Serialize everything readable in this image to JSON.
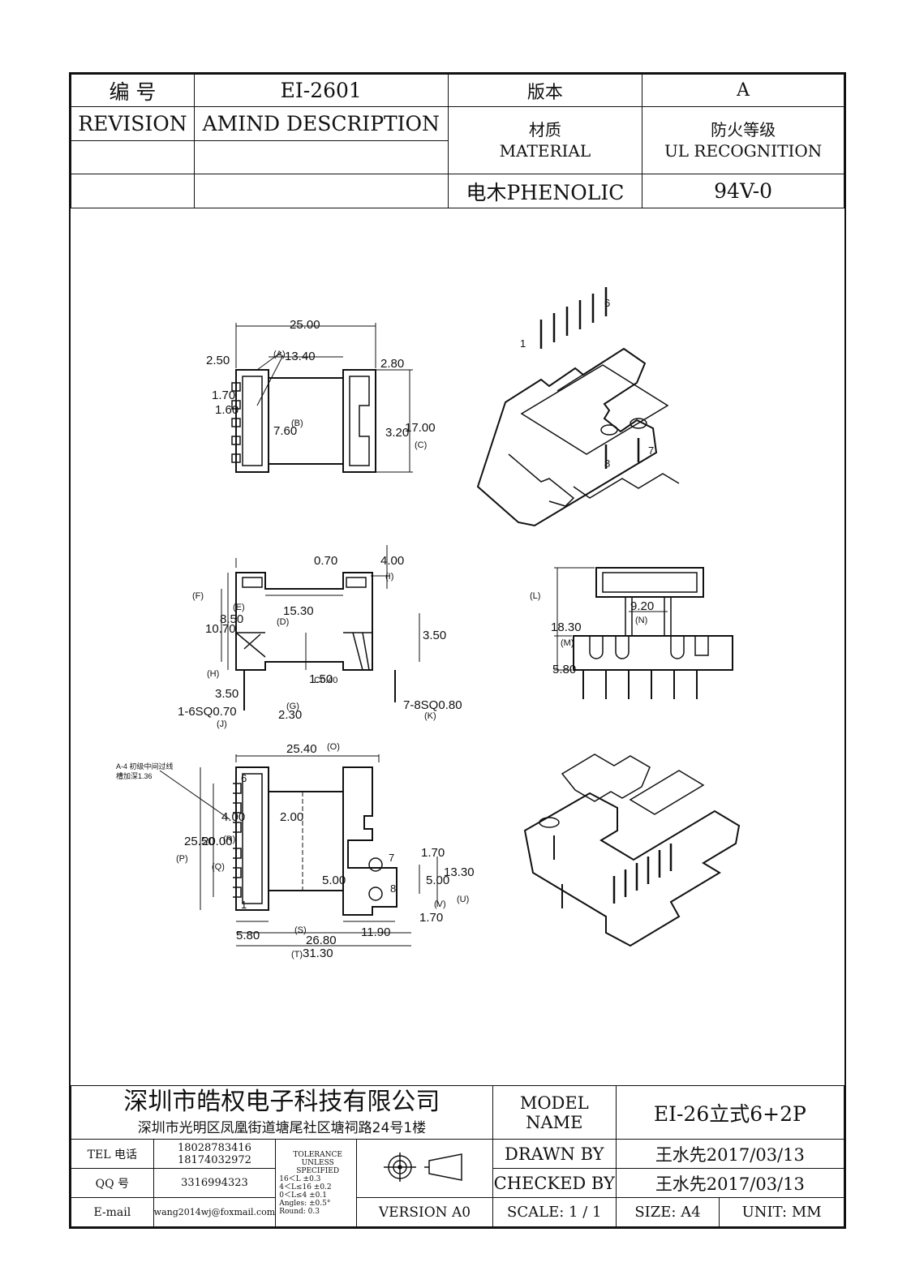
{
  "header": {
    "number_label": "编    号",
    "number_value": "EI-2601",
    "version_label": "版本",
    "version_value": "A",
    "revision_label": "REVISION",
    "description_label": "AMIND DESCRIPTION",
    "material_label_cn": "材质",
    "material_label_en": "MATERIAL",
    "fire_label_cn": "防火等级",
    "fire_label_en": "UL RECOGNITION",
    "material_value": "电木PHENOLIC",
    "fire_value": "94V-0"
  },
  "drawing": {
    "top_view": {
      "dims": [
        "25.00",
        "2.50",
        "13.40",
        "2.80",
        "1.70",
        "1.60",
        "7.60",
        "3.20",
        "17.00"
      ],
      "tags": [
        "(A)",
        "(B)",
        "(C)"
      ],
      "pins": [
        "1",
        "6",
        "7",
        "8"
      ]
    },
    "side_view": {
      "dims": [
        "0.70",
        "4.00",
        "15.30",
        "10.70",
        "8.50",
        "3.50",
        "3.50",
        "1.50",
        "2.30",
        "C0.40"
      ],
      "tags": [
        "(F)",
        "(E)",
        "(D)",
        "(I)",
        "(H)",
        "(G)",
        "(J)",
        "(K)"
      ],
      "pin_specs": [
        "1-6SQ0.70",
        "7-8SQ0.80"
      ]
    },
    "front_view": {
      "dims": [
        "9.20",
        "18.30",
        "5.80"
      ],
      "tags": [
        "(L)",
        "(M)",
        "(N)"
      ]
    },
    "bottom_view": {
      "note_line1": "A-4 初级中间过线",
      "note_line2": "槽加深1.36",
      "dims": [
        "25.40",
        "25.50",
        "20.00",
        "4.00",
        "2.00",
        "1.70",
        "5.00",
        "5.00",
        "13.30",
        "1.70",
        "5.80",
        "26.80",
        "11.90",
        "31.30"
      ],
      "tags": [
        "(O)",
        "(P)",
        "(Q)",
        "(R)",
        "(S)",
        "(T)",
        "(U)",
        "(V)"
      ],
      "pins": [
        "6",
        "1",
        "7",
        "8"
      ]
    }
  },
  "title_block": {
    "company_name": "深圳市皓权电子科技有限公司",
    "company_address": "深圳市光明区凤凰街道塘尾社区塘祠路24号1楼",
    "model_name_label": "MODEL NAME",
    "model_name_value": "EI-26立式6+2P",
    "drawn_by_label": "DRAWN BY",
    "drawn_by_value": "王水先2017/03/13",
    "checked_by_label": "CHECKED BY",
    "checked_by_value": "王水先2017/03/13",
    "tel_label": "TEL 电话",
    "tel_values": [
      "18028783416",
      "18174032972"
    ],
    "qq_label": "QQ  号",
    "qq_value": "3316994323",
    "email_label": "E-mail",
    "email_value": "wang2014wj@foxmail.com",
    "tolerance_lines": [
      "TOLERANCE",
      "UNLESS",
      "SPECIFIED",
      "16＜L      ±0.3",
      "4＜L≤16    ±0.2",
      "0＜L≤4     ±0.1",
      "Angles: ±0.5°",
      "Round: 0.3"
    ],
    "version_label": "VERSION A0",
    "scale_label": "SCALE: 1 / 1",
    "size_label": "SIZE: A4",
    "unit_label": "UNIT: MM"
  }
}
